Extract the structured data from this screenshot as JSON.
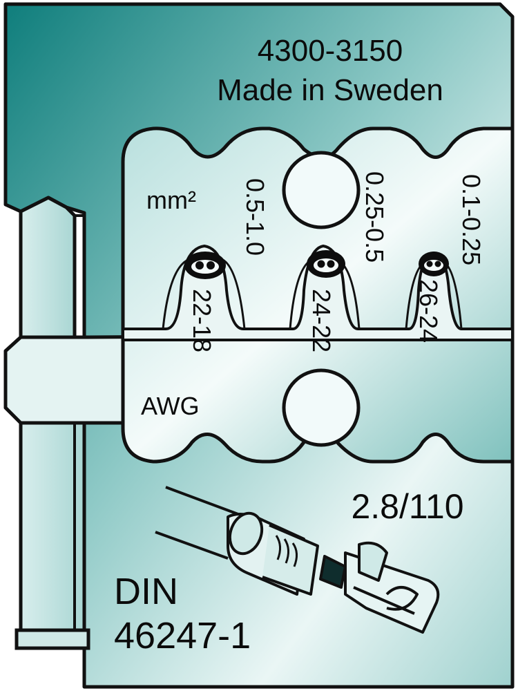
{
  "part_number": "4300-3150",
  "origin": "Made in Sweden",
  "units": {
    "metric": "mm²",
    "awg": "AWG"
  },
  "crimp_positions": [
    {
      "mm2": "0.5-1.0",
      "awg": "22-18"
    },
    {
      "mm2": "0.25-0.5",
      "awg": "24-22"
    },
    {
      "mm2": "0.1-0.25",
      "awg": "26-24"
    }
  ],
  "terminal_size": "2.8/110",
  "standard": {
    "line1": "DIN",
    "line2": "46247-1"
  },
  "colors": {
    "plate_dark": "#0f7d7b",
    "plate_light": "#dff0ef",
    "outline": "#111111"
  }
}
